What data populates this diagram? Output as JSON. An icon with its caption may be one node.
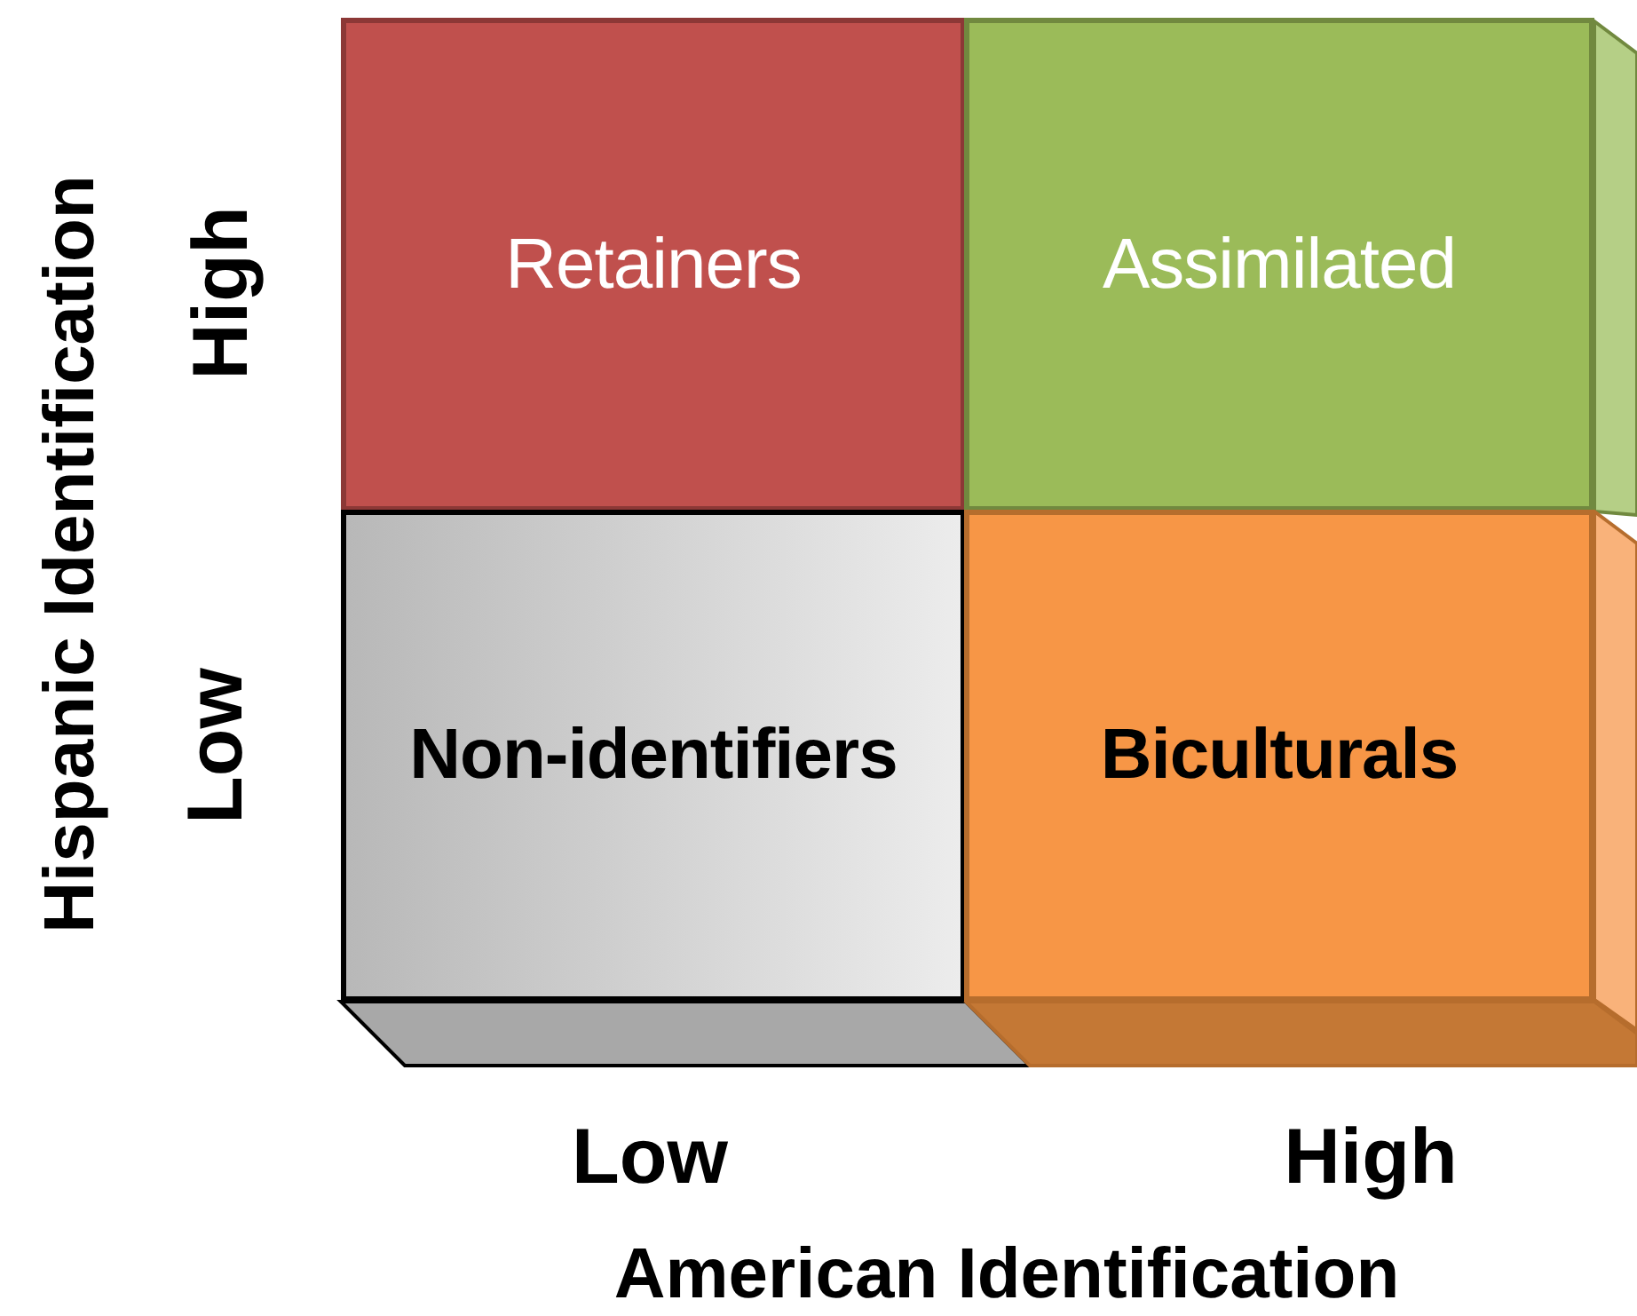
{
  "diagram": {
    "nodes": [
      {
        "text": [
          "Retainers"
        ]
      },
      {
        "text": [
          "Assimilated"
        ]
      },
      {
        "text": [
          "Non-identifiers"
        ]
      },
      {
        "text": [
          "Biculturals"
        ]
      }
    ],
    "edges": [],
    "labels": [
      "Hispanic Identification",
      "High",
      "Low",
      "Low",
      "High",
      "American Identification"
    ]
  }
}
